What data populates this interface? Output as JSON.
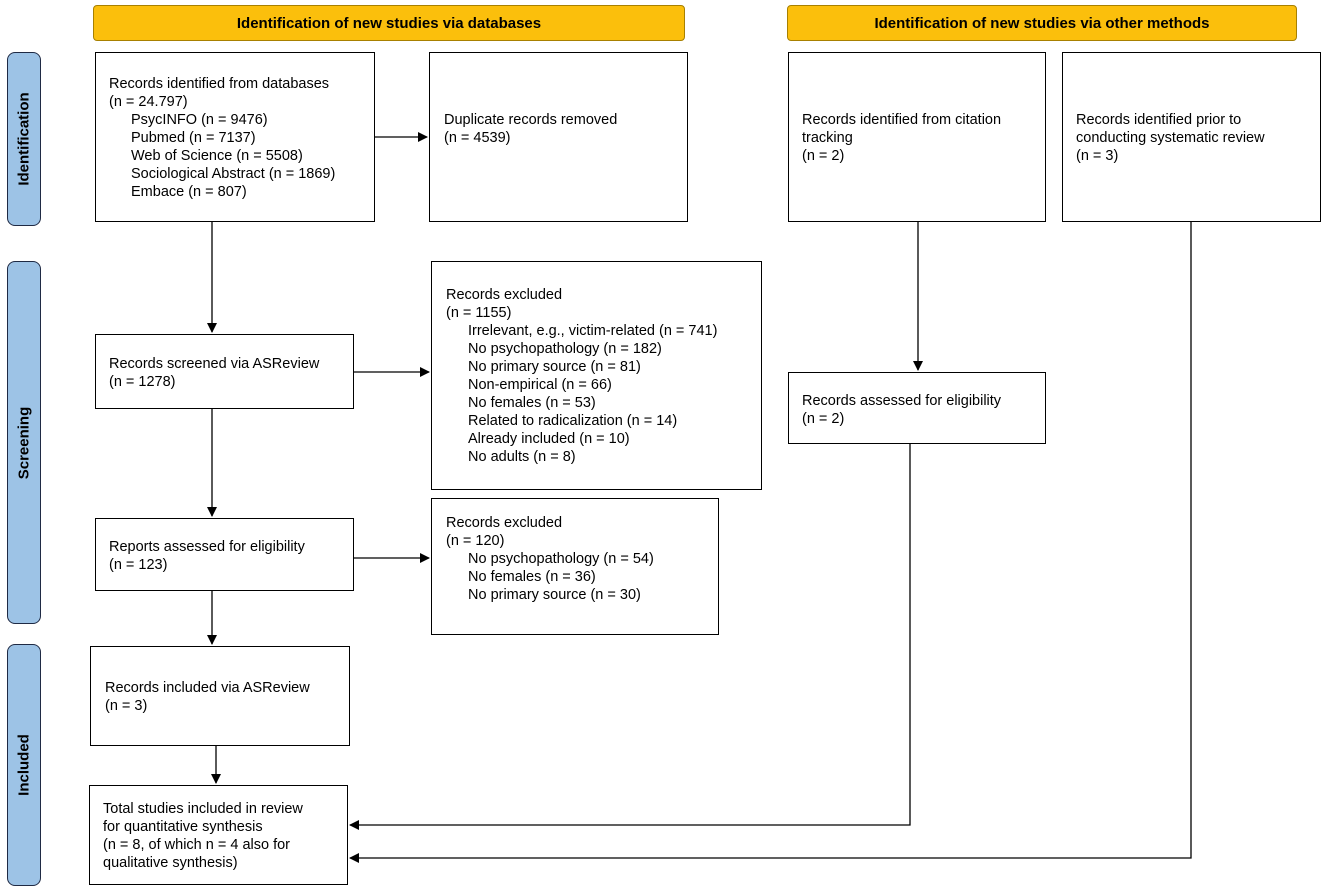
{
  "headers": {
    "databases": "Identification of new studies via databases",
    "other_methods": "Identification of new studies via other methods"
  },
  "phases": {
    "identification": "Identification",
    "screening": "Screening",
    "included": "Included"
  },
  "db_records": {
    "title": "Records identified from databases",
    "total": "(n = 24.797)",
    "sources": [
      "PsycINFO (n = 9476)",
      "Pubmed (n = 7137)",
      "Web of Science (n = 5508)",
      "Sociological Abstract (n = 1869)",
      "Embace (n = 807)"
    ]
  },
  "duplicates": {
    "title": "Duplicate records removed",
    "count": "(n = 4539)"
  },
  "citation": {
    "line1": "Records identified from citation",
    "line2": "tracking",
    "count": "(n = 2)"
  },
  "prior": {
    "line1": "Records identified prior to",
    "line2": "conducting systematic review",
    "count": "(n = 3)"
  },
  "screened": {
    "title": "Records screened via ASReview",
    "count": "(n = 1278)"
  },
  "excluded1": {
    "title": "Records excluded",
    "count": "(n = 1155)",
    "reasons": [
      "Irrelevant, e.g., victim-related (n = 741)",
      "No psychopathology (n = 182)",
      "No primary source (n = 81)",
      "Non-empirical (n = 66)",
      "No females (n = 53)",
      "Related to radicalization (n = 14)",
      "Already included (n = 10)",
      "No adults (n = 8)"
    ]
  },
  "other_eligibility": {
    "title": "Records assessed for eligibility",
    "count": "(n = 2)"
  },
  "reports_eligibility": {
    "title": "Reports assessed for eligibility",
    "count": "(n = 123)"
  },
  "excluded2": {
    "title": "Records excluded",
    "count": "(n = 120)",
    "reasons": [
      "No psychopathology (n = 54)",
      "No females (n = 36)",
      "No primary source (n = 30)"
    ]
  },
  "included_asreview": {
    "title": "Records included via ASReview",
    "count": "(n = 3)"
  },
  "total": {
    "line1": "Total studies included in review",
    "line2": "for quantitative synthesis",
    "line3": "(n = 8, of which n = 4 also for",
    "line4": "qualitative synthesis)"
  }
}
